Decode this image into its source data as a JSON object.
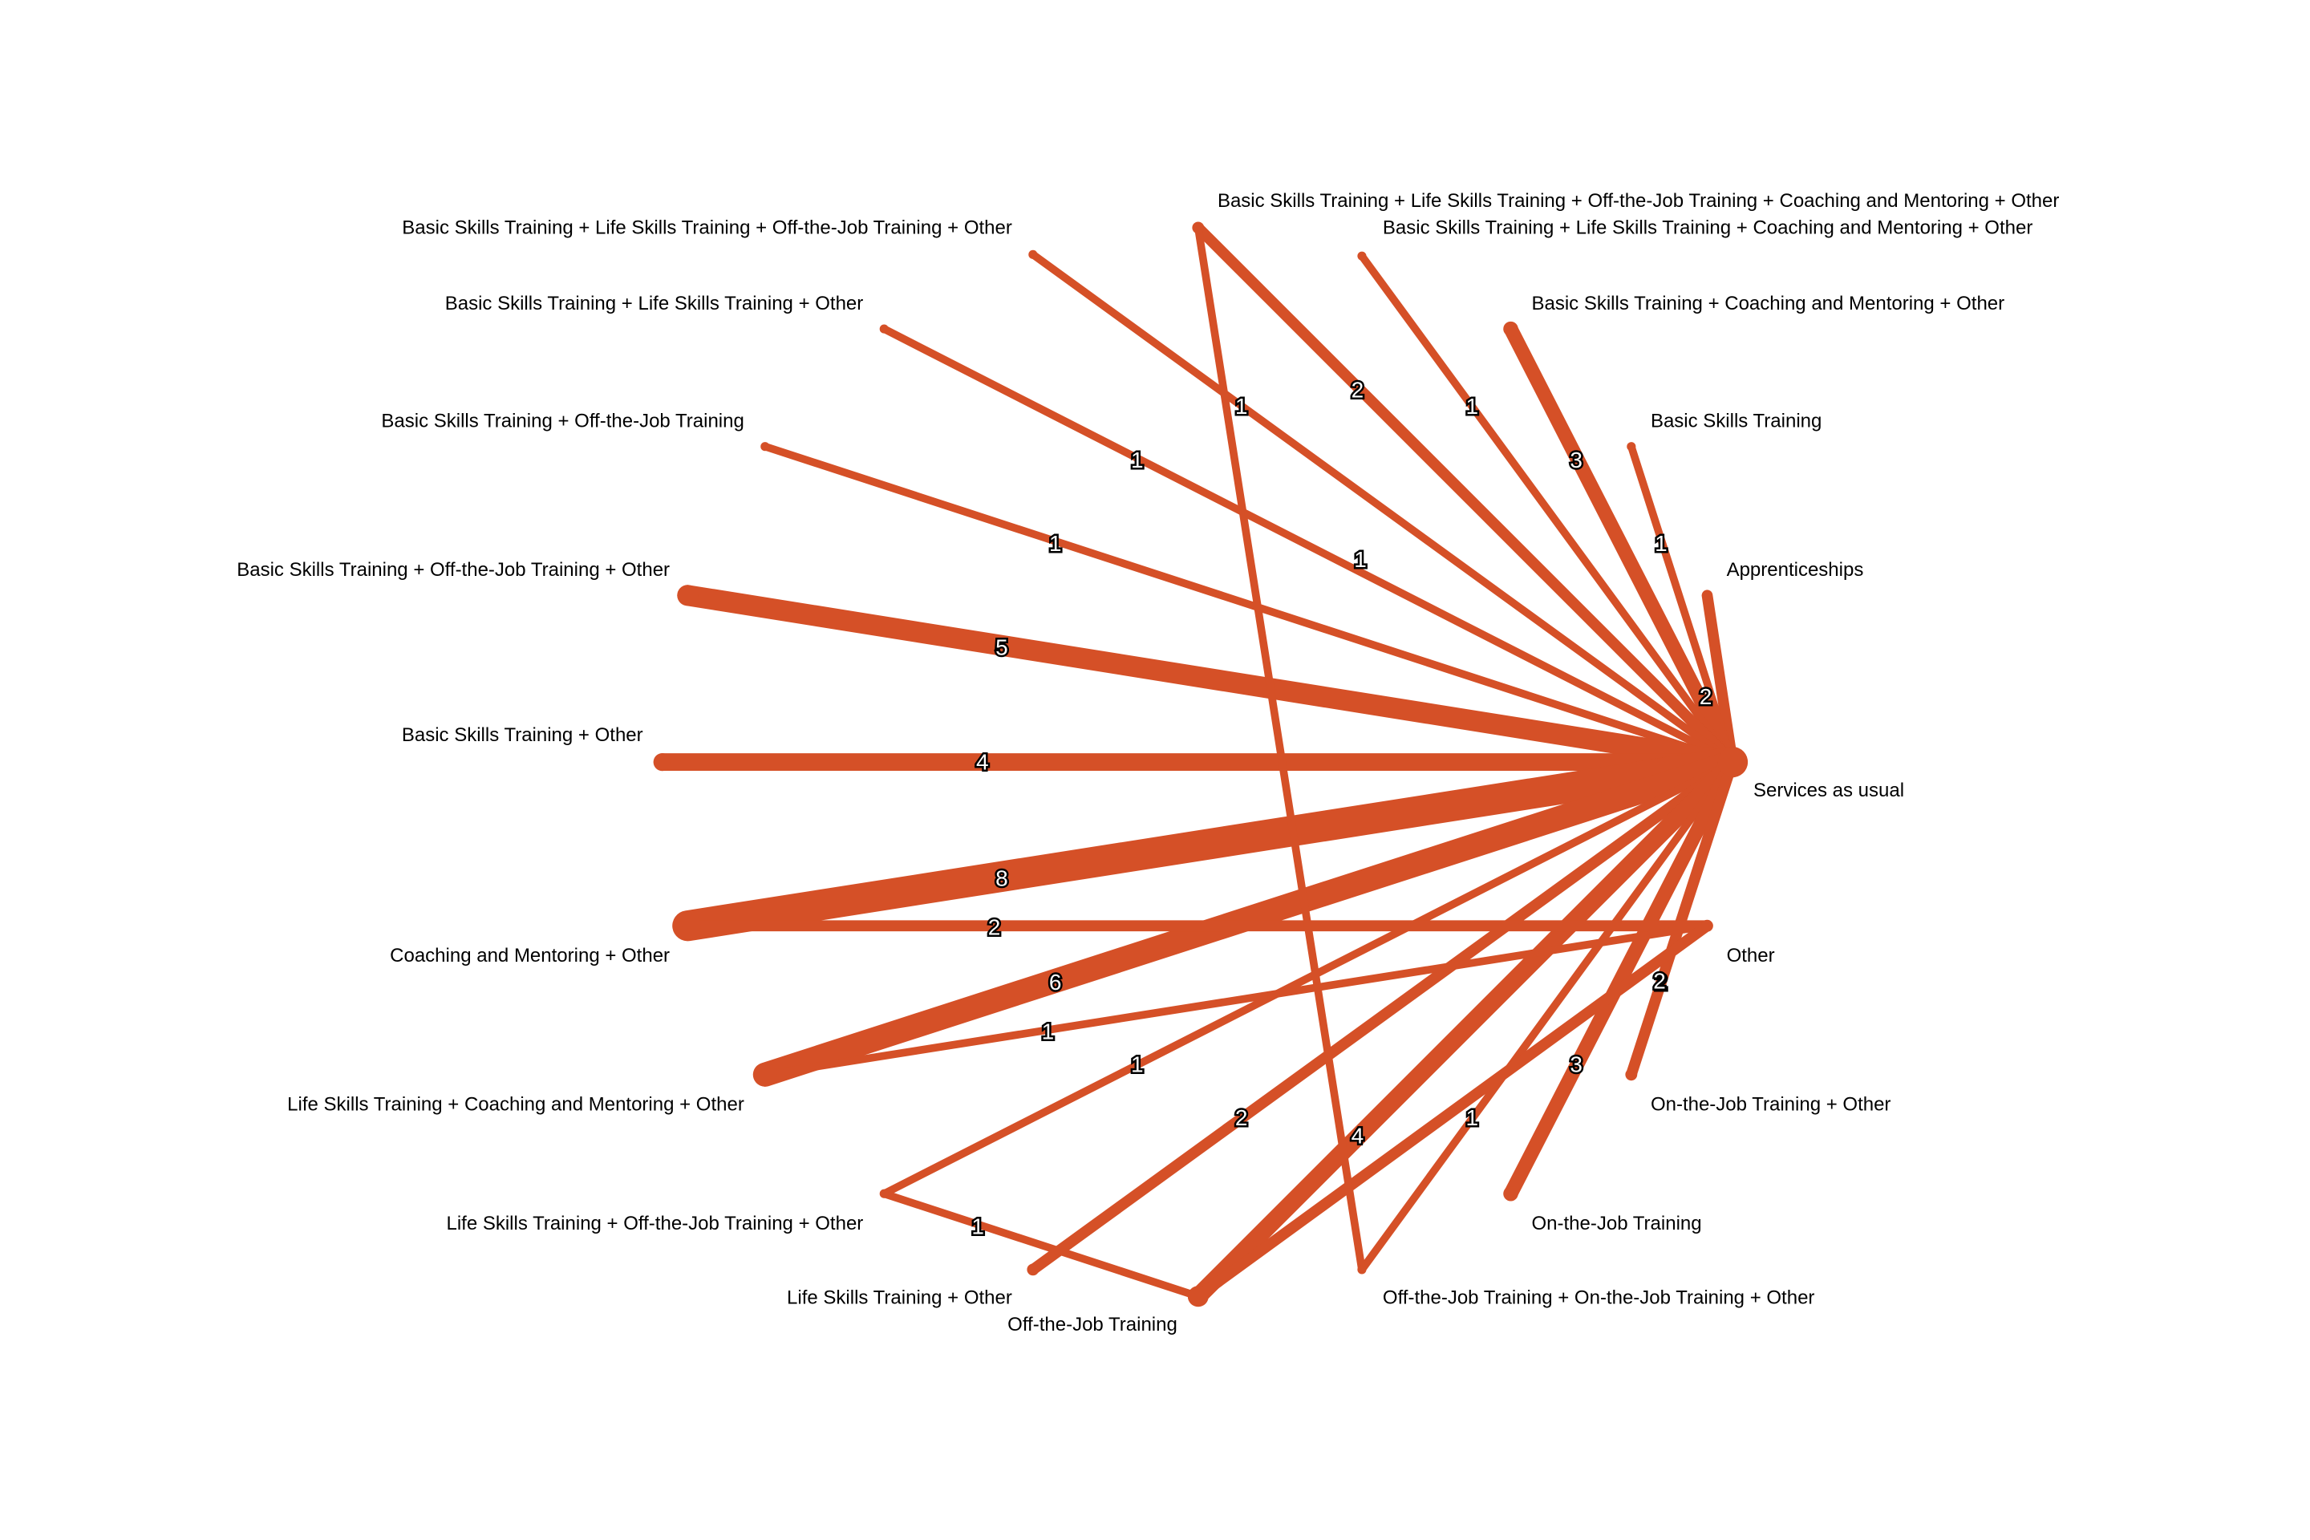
{
  "colors": {
    "edge": "#d55027",
    "node": "#d55027",
    "label_outline": "#000000",
    "label_fill": "#ffffff"
  },
  "nodes": [
    {
      "id": "sau",
      "label": "Services as usual"
    },
    {
      "id": "app",
      "label": "Apprenticeships"
    },
    {
      "id": "bst",
      "label": "Basic Skills Training"
    },
    {
      "id": "bst_cm_o",
      "label": "Basic Skills Training + Coaching and Mentoring + Other"
    },
    {
      "id": "bst_lst_cm_o",
      "label": "Basic Skills Training + Life Skills Training + Coaching and Mentoring + Other"
    },
    {
      "id": "bst_lst_ojt_cm_o",
      "label": "Basic Skills Training + Life Skills Training + Off-the-Job Training + Coaching and Mentoring + Other"
    },
    {
      "id": "bst_lst_ojt_o",
      "label": "Basic Skills Training + Life Skills Training + Off-the-Job Training + Other"
    },
    {
      "id": "bst_lst_o",
      "label": "Basic Skills Training + Life Skills Training + Other"
    },
    {
      "id": "bst_ojt",
      "label": "Basic Skills Training + Off-the-Job Training"
    },
    {
      "id": "bst_ojt_o",
      "label": "Basic Skills Training + Off-the-Job Training + Other"
    },
    {
      "id": "bst_o",
      "label": "Basic Skills Training + Other"
    },
    {
      "id": "cm_o",
      "label": "Coaching and Mentoring + Other"
    },
    {
      "id": "lst_cm_o",
      "label": "Life Skills Training + Coaching and Mentoring + Other"
    },
    {
      "id": "lst_ojt_o",
      "label": "Life Skills Training + Off-the-Job Training + Other"
    },
    {
      "id": "lst_o",
      "label": "Life Skills Training + Other"
    },
    {
      "id": "ojt",
      "label": "Off-the-Job Training"
    },
    {
      "id": "ojt_onjt_o",
      "label": "Off-the-Job Training + On-the-Job Training + Other"
    },
    {
      "id": "onjt",
      "label": "On-the-Job Training"
    },
    {
      "id": "onjt_o",
      "label": "On-the-Job Training + Other"
    },
    {
      "id": "other",
      "label": "Other"
    }
  ],
  "edges": [
    {
      "from": "sau",
      "to": "app",
      "weight": "2"
    },
    {
      "from": "sau",
      "to": "bst",
      "weight": "1"
    },
    {
      "from": "sau",
      "to": "bst_cm_o",
      "weight": "3"
    },
    {
      "from": "sau",
      "to": "bst_lst_cm_o",
      "weight": "1"
    },
    {
      "from": "sau",
      "to": "bst_lst_ojt_cm_o",
      "weight": "2"
    },
    {
      "from": "sau",
      "to": "bst_lst_ojt_o",
      "weight": "1"
    },
    {
      "from": "sau",
      "to": "bst_lst_o",
      "weight": "1"
    },
    {
      "from": "sau",
      "to": "bst_ojt",
      "weight": "1"
    },
    {
      "from": "sau",
      "to": "bst_ojt_o",
      "weight": "5"
    },
    {
      "from": "sau",
      "to": "bst_o",
      "weight": "4"
    },
    {
      "from": "sau",
      "to": "cm_o",
      "weight": "8"
    },
    {
      "from": "sau",
      "to": "lst_cm_o",
      "weight": "6"
    },
    {
      "from": "sau",
      "to": "lst_ojt_o",
      "weight": "1"
    },
    {
      "from": "sau",
      "to": "lst_o",
      "weight": "2"
    },
    {
      "from": "sau",
      "to": "ojt",
      "weight": "4"
    },
    {
      "from": "sau",
      "to": "ojt_onjt_o",
      "weight": "1"
    },
    {
      "from": "sau",
      "to": "onjt",
      "weight": "3"
    },
    {
      "from": "sau",
      "to": "onjt_o",
      "weight": "2"
    },
    {
      "from": "other",
      "to": "cm_o",
      "weight": "2"
    },
    {
      "from": "other",
      "to": "lst_cm_o",
      "weight": "1"
    },
    {
      "from": "other",
      "to": "ojt",
      "weight": "2"
    },
    {
      "from": "ojt_onjt_o",
      "to": "bst_lst_ojt_cm_o",
      "weight": "1"
    },
    {
      "from": "ojt",
      "to": "lst_ojt_o",
      "weight": "1"
    }
  ]
}
